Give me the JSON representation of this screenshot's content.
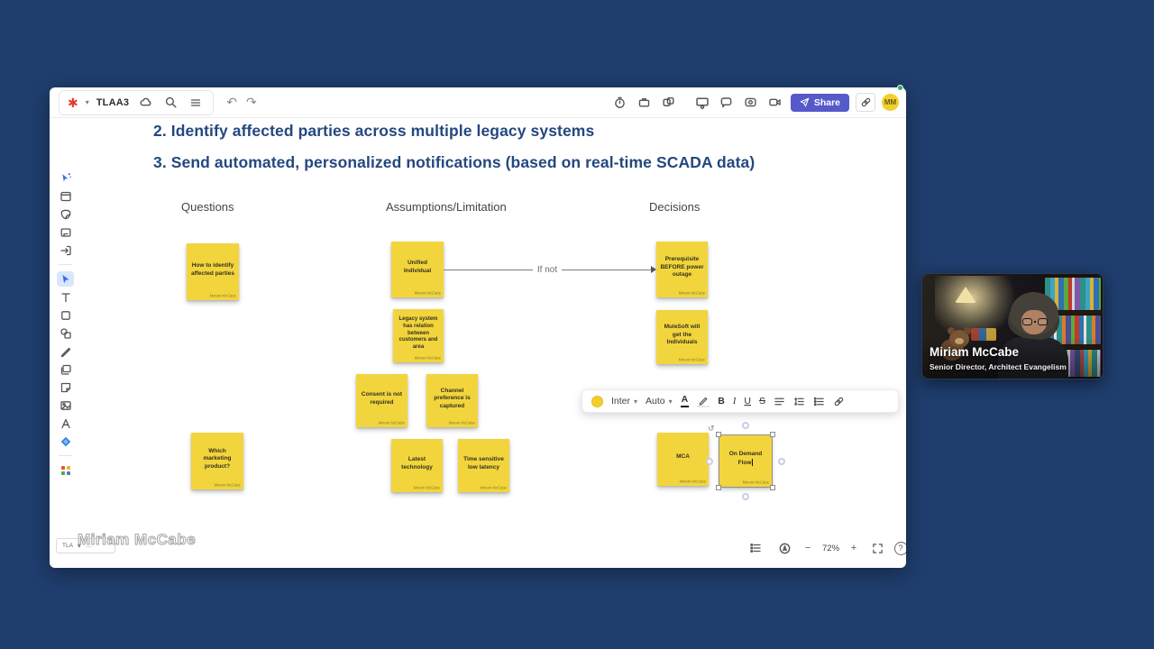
{
  "window": {
    "header": {
      "board_name": "TLAA3",
      "share_label": "Share",
      "avatar_initials": "MM"
    },
    "canvas": {
      "headings": [
        "2. Identify affected parties across multiple legacy systems",
        "3. Send automated, personalized notifications (based on real-time SCADA data)"
      ],
      "columns": [
        "Questions",
        "Assumptions/Limitation",
        "Decisions"
      ],
      "stickies": [
        {
          "text": "How to identify affected parties",
          "author": "Miriam McCabe",
          "column": "Questions"
        },
        {
          "text": "Which marketing product?",
          "author": "Miriam McCabe",
          "column": "Questions"
        },
        {
          "text": "Unified Individual",
          "author": "Miriam McCabe",
          "column": "Assumptions/Limitation"
        },
        {
          "text": "Legacy system has relation between customers and area",
          "author": "Miriam McCabe",
          "column": "Assumptions/Limitation"
        },
        {
          "text": "Consent is not required",
          "author": "Miriam McCabe",
          "column": "Assumptions/Limitation"
        },
        {
          "text": "Channel preference is captured",
          "author": "Miriam McCabe",
          "column": "Assumptions/Limitation"
        },
        {
          "text": "Latest technology",
          "author": "Miriam McCabe",
          "column": "Assumptions/Limitation"
        },
        {
          "text": "Time sensitive low latency",
          "author": "Miriam McCabe",
          "column": "Assumptions/Limitation"
        },
        {
          "text": "Prerequisite BEFORE power outage",
          "author": "Miriam McCabe",
          "column": "Decisions"
        },
        {
          "text": "MuleSoft will get the Individuals",
          "author": "Miriam McCabe",
          "column": "Decisions"
        },
        {
          "text": "MCA",
          "author": "Miriam McCabe",
          "column": "Decisions"
        },
        {
          "text": "On Demand Flow",
          "author": "Miriam McCabe",
          "column": "Decisions",
          "selected": true
        }
      ],
      "connector_label": "If not",
      "format_toolbar": {
        "font": "Inter",
        "size": "Auto",
        "color_label": "A",
        "bold": "B",
        "italic": "I",
        "underline": "U",
        "strike": "S"
      },
      "footer": {
        "page_tab": "TLA",
        "cursor_name": "Miriam McCabe",
        "zoom_level": "72%"
      }
    }
  },
  "webcam": {
    "name": "Miriam McCabe",
    "title": "Senior Director, Architect Evangelism"
  },
  "icons": {
    "undo": "↶",
    "redo": "↷",
    "chevron_down": "▾",
    "ellipsis": "…",
    "zoom_out": "−",
    "zoom_in": "+",
    "help": "?",
    "rotate": "↺"
  },
  "colors": {
    "page_bg": "#1f3e6e",
    "sticky": "#f2d53d",
    "accent": "#5659c9",
    "heading_text": "#24487f"
  }
}
